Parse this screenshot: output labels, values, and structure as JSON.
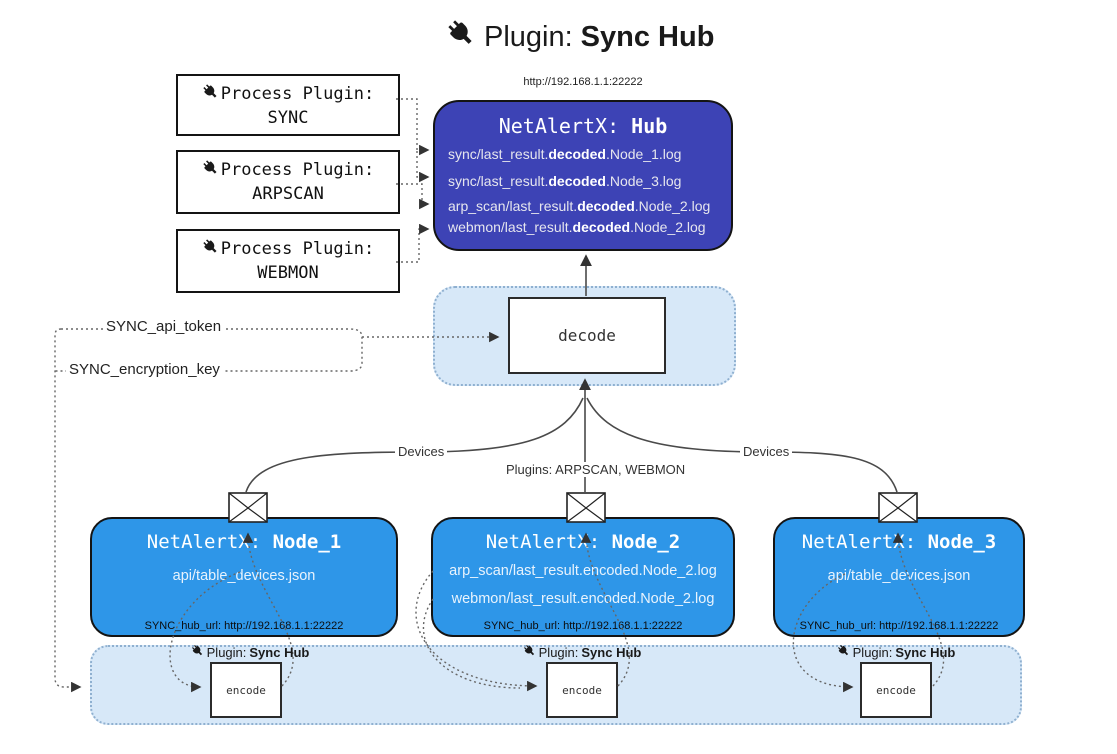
{
  "title": {
    "icon": "plug-icon",
    "prefix": "Plugin:",
    "bold": "Sync Hub"
  },
  "hub": {
    "url": "http://192.168.1.1:22222",
    "name_prefix": "NetAlertX:",
    "name_bold": "Hub",
    "logs": [
      {
        "pre": "sync/last_result.",
        "bold": "decoded",
        "post": ".Node_1.log"
      },
      {
        "pre": "sync/last_result.",
        "bold": "decoded",
        "post": ".Node_3.log"
      },
      {
        "pre": "arp_scan/last_result.",
        "bold": "decoded",
        "post": ".Node_2.log"
      },
      {
        "pre": "webmon/last_result.",
        "bold": "decoded",
        "post": ".Node_2.log"
      }
    ]
  },
  "process_plugins": [
    {
      "label": "Process Plugin:",
      "name": "SYNC"
    },
    {
      "label": "Process Plugin:",
      "name": "ARPSCAN"
    },
    {
      "label": "Process Plugin:",
      "name": "WEBMON"
    }
  ],
  "decode": {
    "label": "decode"
  },
  "config": {
    "api_token": "SYNC_api_token",
    "encryption_key": "SYNC_encryption_key"
  },
  "edge_labels": {
    "devices_left": "Devices",
    "devices_right": "Devices",
    "plugins": "Plugins: ARPSCAN, WEBMON"
  },
  "nodes": [
    {
      "name_prefix": "NetAlertX:",
      "name_bold": "Node_1",
      "files": [
        "api/table_devices.json"
      ],
      "hub_url": "SYNC_hub_url: http://192.168.1.1:22222"
    },
    {
      "name_prefix": "NetAlertX:",
      "name_bold": "Node_2",
      "files": [
        "arp_scan/last_result.encoded.Node_2.log",
        "webmon/last_result.encoded.Node_2.log"
      ],
      "hub_url": "SYNC_hub_url: http://192.168.1.1:22222"
    },
    {
      "name_prefix": "NetAlertX:",
      "name_bold": "Node_3",
      "files": [
        "api/table_devices.json"
      ],
      "hub_url": "SYNC_hub_url: http://192.168.1.1:22222"
    }
  ],
  "encoders": [
    {
      "caption_prefix": "Plugin:",
      "caption_bold": "Sync Hub",
      "label": "encode"
    },
    {
      "caption_prefix": "Plugin:",
      "caption_bold": "Sync Hub",
      "label": "encode"
    },
    {
      "caption_prefix": "Plugin:",
      "caption_bold": "Sync Hub",
      "label": "encode"
    }
  ],
  "colors": {
    "hub_fill": "#3d43b5",
    "node_fill": "#2e96e8",
    "container_fill": "#d7e8f8",
    "container_border": "#8fb0d0",
    "box_border": "#141414",
    "wire": "#4a4a4a",
    "wire_dotted": "#666666"
  }
}
